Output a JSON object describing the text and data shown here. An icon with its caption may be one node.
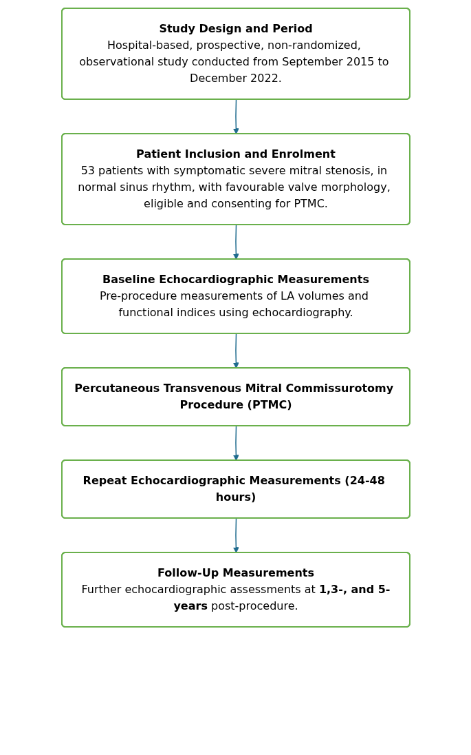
{
  "diagram": {
    "nodes": [
      {
        "text": [
          "Study Design and Period",
          "Hospital-based, prospective, non-randomized, observational study conducted from September 2015 to December 2022."
        ]
      },
      {
        "text": [
          "Patient Inclusion and Enrolment",
          "53 patients with symptomatic severe mitral stenosis, in normal sinus rhythm, with favourable valve morphology, eligible and consenting for PTMC."
        ]
      },
      {
        "text": [
          "Baseline Echocardiographic Measurements",
          "Pre-procedure measurements of LA volumes and functional indices using echocardiography."
        ]
      },
      {
        "text": [
          "Percutaneous Transvenous Mitral Commissurotomy Procedure (PTMC)"
        ]
      },
      {
        "text": [
          "Repeat Echocardiographic Measurements (24-48 hours)"
        ]
      },
      {
        "text": [
          "Follow-Up Measurements",
          "Further echocardiographic assessments at **1,3-, and 5-years** post-procedure."
        ]
      }
    ],
    "edges": [
      {
        "from": 0,
        "to": 1,
        "arrow": "to"
      },
      {
        "from": 1,
        "to": 2,
        "arrow": "to"
      },
      {
        "from": 2,
        "to": 3,
        "arrow": "to"
      },
      {
        "from": 3,
        "to": 4,
        "arrow": "to"
      },
      {
        "from": 4,
        "to": 5,
        "arrow": "to"
      }
    ]
  }
}
